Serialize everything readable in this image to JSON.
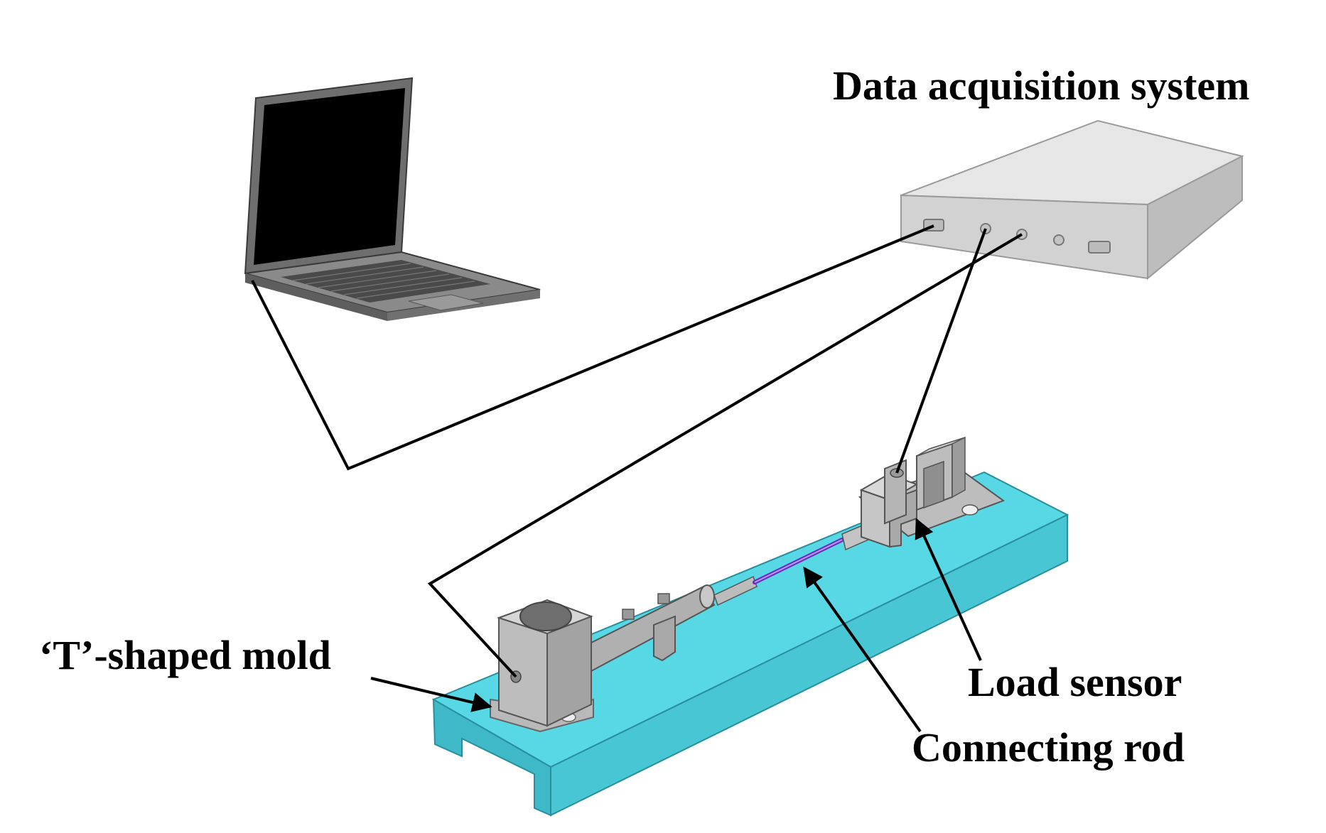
{
  "labels": {
    "data_acquisition_system": "Data acquisition system",
    "t_shaped_mold": "‘T’-shaped mold",
    "load_sensor": "Load sensor",
    "connecting_rod": "Connecting rod"
  },
  "colors": {
    "base_plate_top": "#57d8e4",
    "base_plate_side": "#3fb8c8",
    "metal_light": "#cfcfcf",
    "metal_mid": "#b3b3b3",
    "metal_dark": "#8f8f8f",
    "daq_top": "#e6e6e6",
    "daq_front": "#d2d2d2",
    "daq_side": "#bdbdbd",
    "laptop_body": "#6e6e6e",
    "laptop_screen": "#000000",
    "rod_color": "#6a2bc8",
    "wire": "#000000"
  }
}
